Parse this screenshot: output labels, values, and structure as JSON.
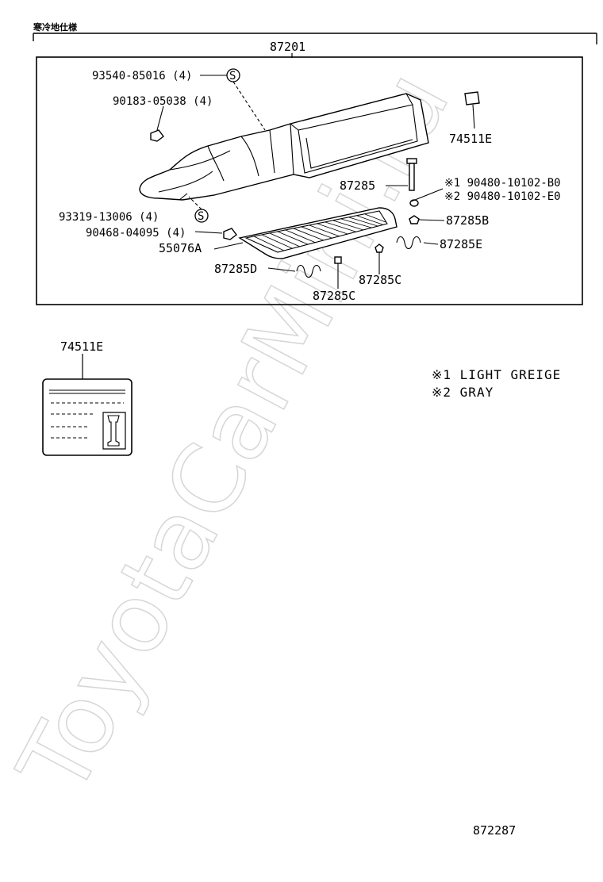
{
  "header": {
    "section_text": "寒冷地仕様",
    "top_label": "87201"
  },
  "callouts": [
    {
      "id": "c1",
      "text": "93540-85016 (4)"
    },
    {
      "id": "c2",
      "text": "90183-05038 (4)"
    },
    {
      "id": "c3",
      "text": "74511E"
    },
    {
      "id": "c4",
      "text": "87285"
    },
    {
      "id": "c5",
      "text": "※1 90480-10102-B0"
    },
    {
      "id": "c6",
      "text": "※2 90480-10102-E0"
    },
    {
      "id": "c7",
      "text": "93319-13006 (4)"
    },
    {
      "id": "c8",
      "text": "87285B"
    },
    {
      "id": "c9",
      "text": "90468-04095 (4)"
    },
    {
      "id": "c10",
      "text": "55076A"
    },
    {
      "id": "c11",
      "text": "87285E"
    },
    {
      "id": "c12",
      "text": "87285D"
    },
    {
      "id": "c13",
      "text": "87285C"
    },
    {
      "id": "c14",
      "text": "87285C"
    }
  ],
  "symbol_s": "S",
  "detail": {
    "label": "74511E"
  },
  "notes": [
    "※1 LIGHT GREIGE",
    "※2 GRAY"
  ],
  "footer": {
    "ref_number": "872287"
  },
  "watermark": "ToyotaCarMini.ru"
}
